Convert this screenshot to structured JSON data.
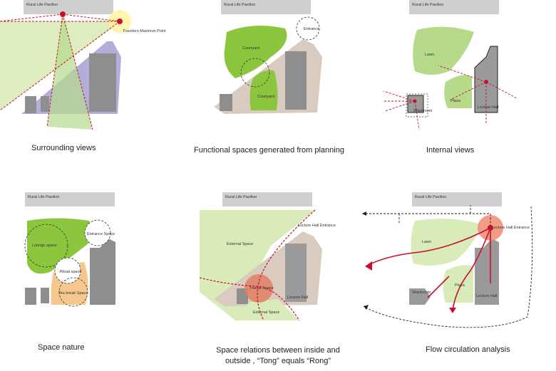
{
  "panels": [
    {
      "id": "surrounding",
      "header": "Rural Life Pavilion",
      "caption": "Surrounding views",
      "labels": {
        "point": "Travelers Maximun Point"
      }
    },
    {
      "id": "functional",
      "header": "Rural Life Pavilion",
      "caption": "Functional spaces generated from planning",
      "labels": {
        "courtyard_top": "Courtyard",
        "courtyard_bottom": "Courtyard",
        "entrance": "Entrance"
      }
    },
    {
      "id": "internal",
      "header": "Rural Life Pavilion",
      "caption": "Internal views",
      "labels": {
        "lawn": "Lawn",
        "plaza": "Plaza",
        "washroom": "Washroom",
        "lecture_hall": "Lecture Hall"
      }
    },
    {
      "id": "nature",
      "header": "Rural Life Pavilion",
      "caption": "Space nature",
      "labels": {
        "lounge": "Lounge space",
        "entrance": "Entrance Space",
        "ritual": "Ritual space",
        "tea": "Tea break Space"
      }
    },
    {
      "id": "relations",
      "header": "Rural Life Pavilion",
      "caption_line1": "Space relations between inside and",
      "caption_line2": "outside , “Tong” equals “Rong”",
      "labels": {
        "external_top": "External Space",
        "lecture_entrance": "Lecture Hall Entrance",
        "transit": "Transit Space",
        "external_bottom": "External Space",
        "lecture_hall": "Lecture Hall"
      }
    },
    {
      "id": "flow",
      "header": "Rural Life Pavilion",
      "caption": "Flow circulation analysis",
      "labels": {
        "lawn": "Lawn",
        "lecture_entrance": "Lecture Hall Entrance",
        "washroom": "Washroom",
        "plaza": "Plaza",
        "lecture_hall": "Lecture Hall"
      }
    }
  ],
  "colors": {
    "header": "#cfcfcf",
    "green": "#8cc63f",
    "light_green": "#d9ebb8",
    "purple": "#a79fd4",
    "tan": "#d9cbbf",
    "grey": "#8e8e8e",
    "orange": "#f7c88e",
    "red": "#c8102e",
    "salmon": "#f08a70"
  }
}
